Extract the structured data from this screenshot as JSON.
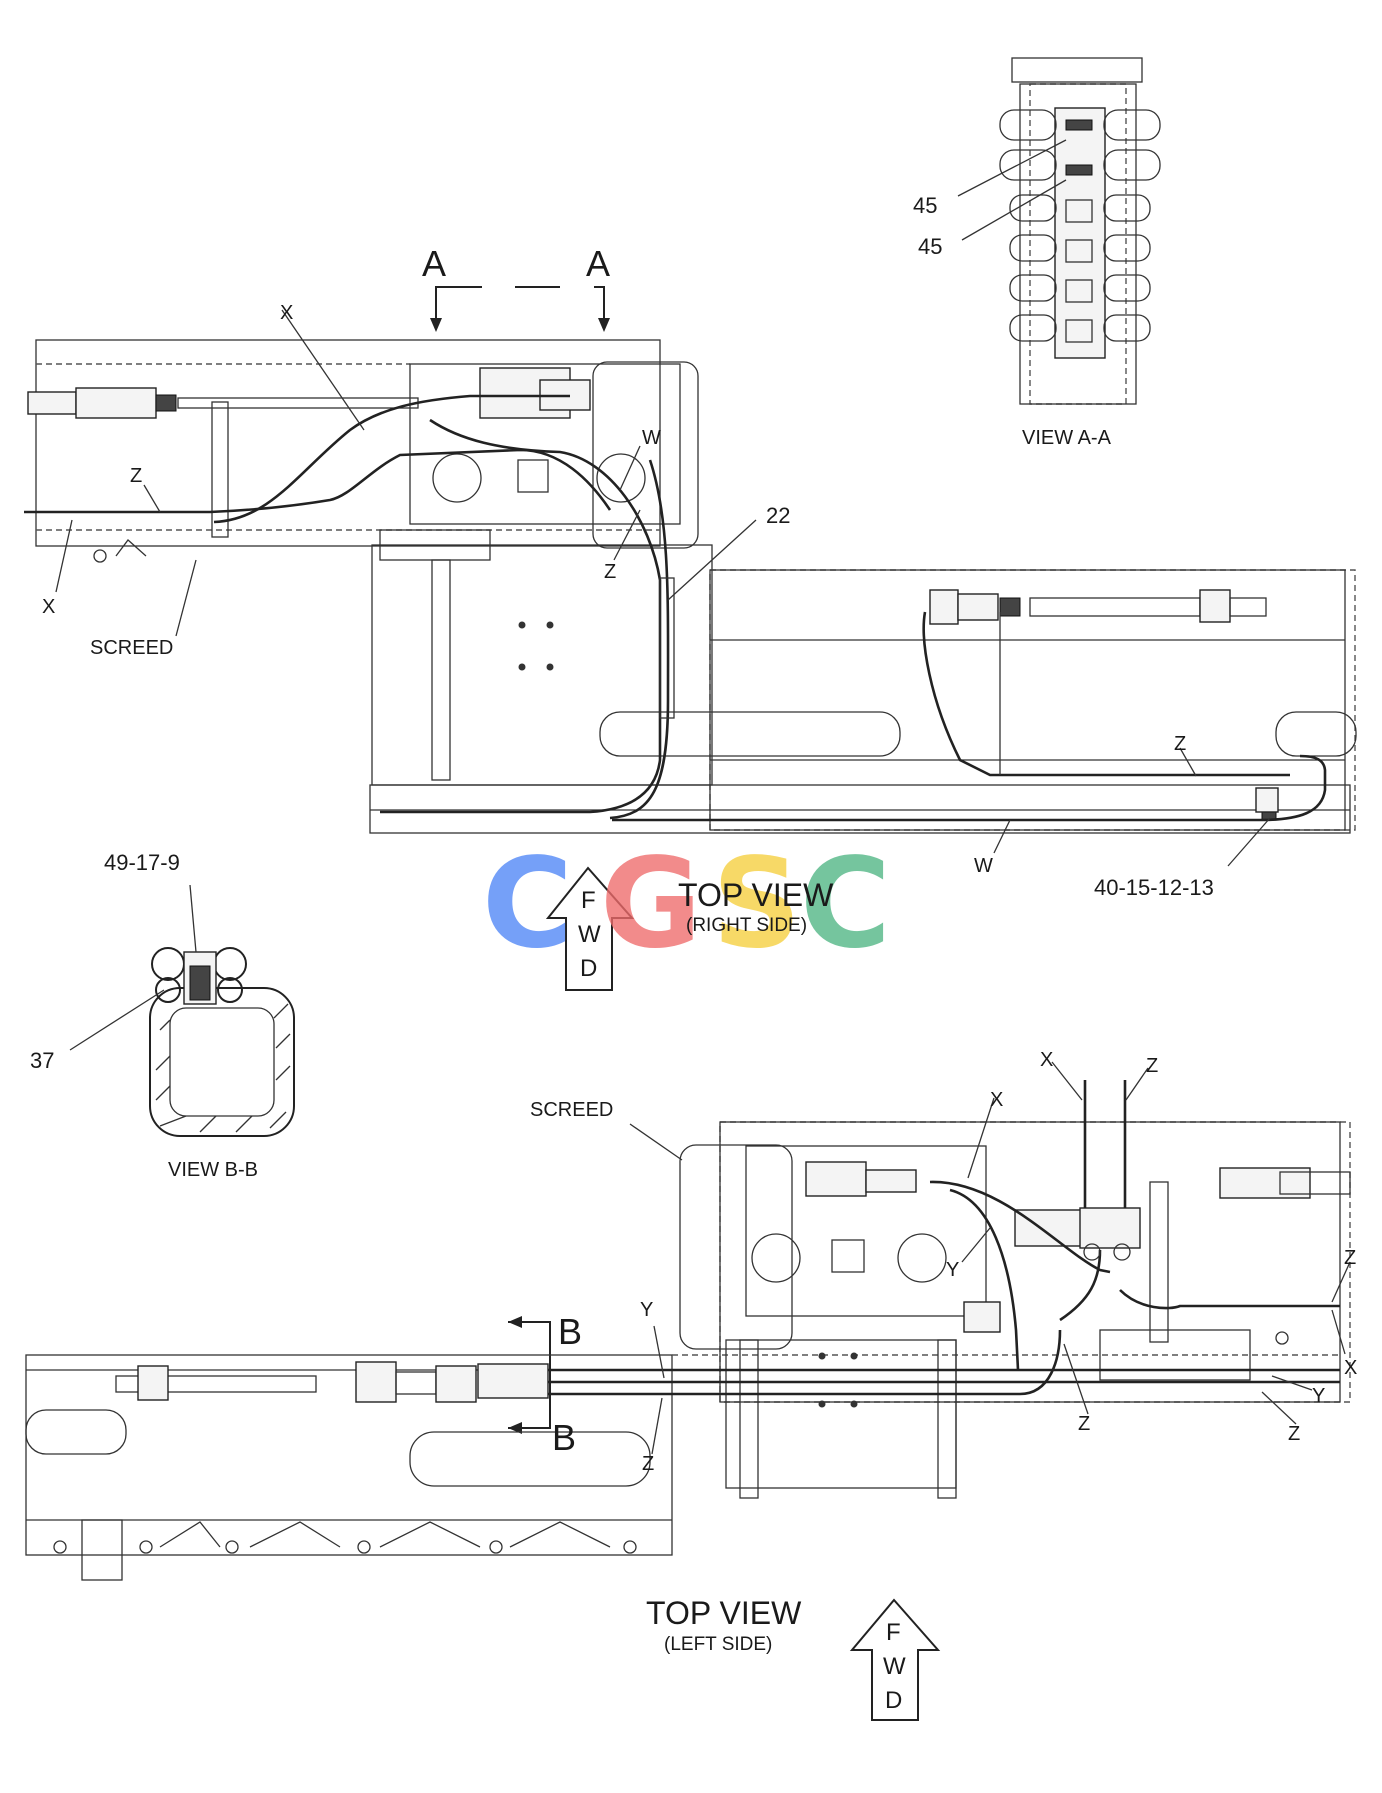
{
  "views": {
    "view_aa": {
      "title": "VIEW  A-A",
      "callouts": [
        "45",
        "45"
      ]
    },
    "view_bb": {
      "title": "VIEW  B-B",
      "callouts": [
        "49-17-9",
        "37"
      ]
    },
    "top_right": {
      "title": "TOP VIEW",
      "subtitle": "(RIGHT SIDE)",
      "section_marks": [
        "A",
        "A"
      ],
      "callouts": [
        "22",
        "40-15-12-13"
      ],
      "screed_label": "SCREED",
      "hose_labels": [
        "X",
        "X",
        "Z",
        "W",
        "Z",
        "W",
        "Z"
      ]
    },
    "top_left": {
      "title": "TOP VIEW",
      "subtitle": "(LEFT SIDE)",
      "section_marks": [
        "B",
        "B"
      ],
      "screed_label": "SCREED",
      "hose_labels": [
        "X",
        "Z",
        "X",
        "Y",
        "Z",
        "X",
        "Y",
        "Z",
        "Y",
        "Z",
        "Z"
      ]
    }
  },
  "fwd_arrows": [
    {
      "letters": [
        "F",
        "W",
        "D"
      ]
    },
    {
      "letters": [
        "F",
        "W",
        "D"
      ]
    }
  ],
  "watermark": {
    "text": "CGSC",
    "colors": [
      "#4f86f7",
      "#ef6b6b",
      "#f6cf3d",
      "#4fb583"
    ]
  }
}
